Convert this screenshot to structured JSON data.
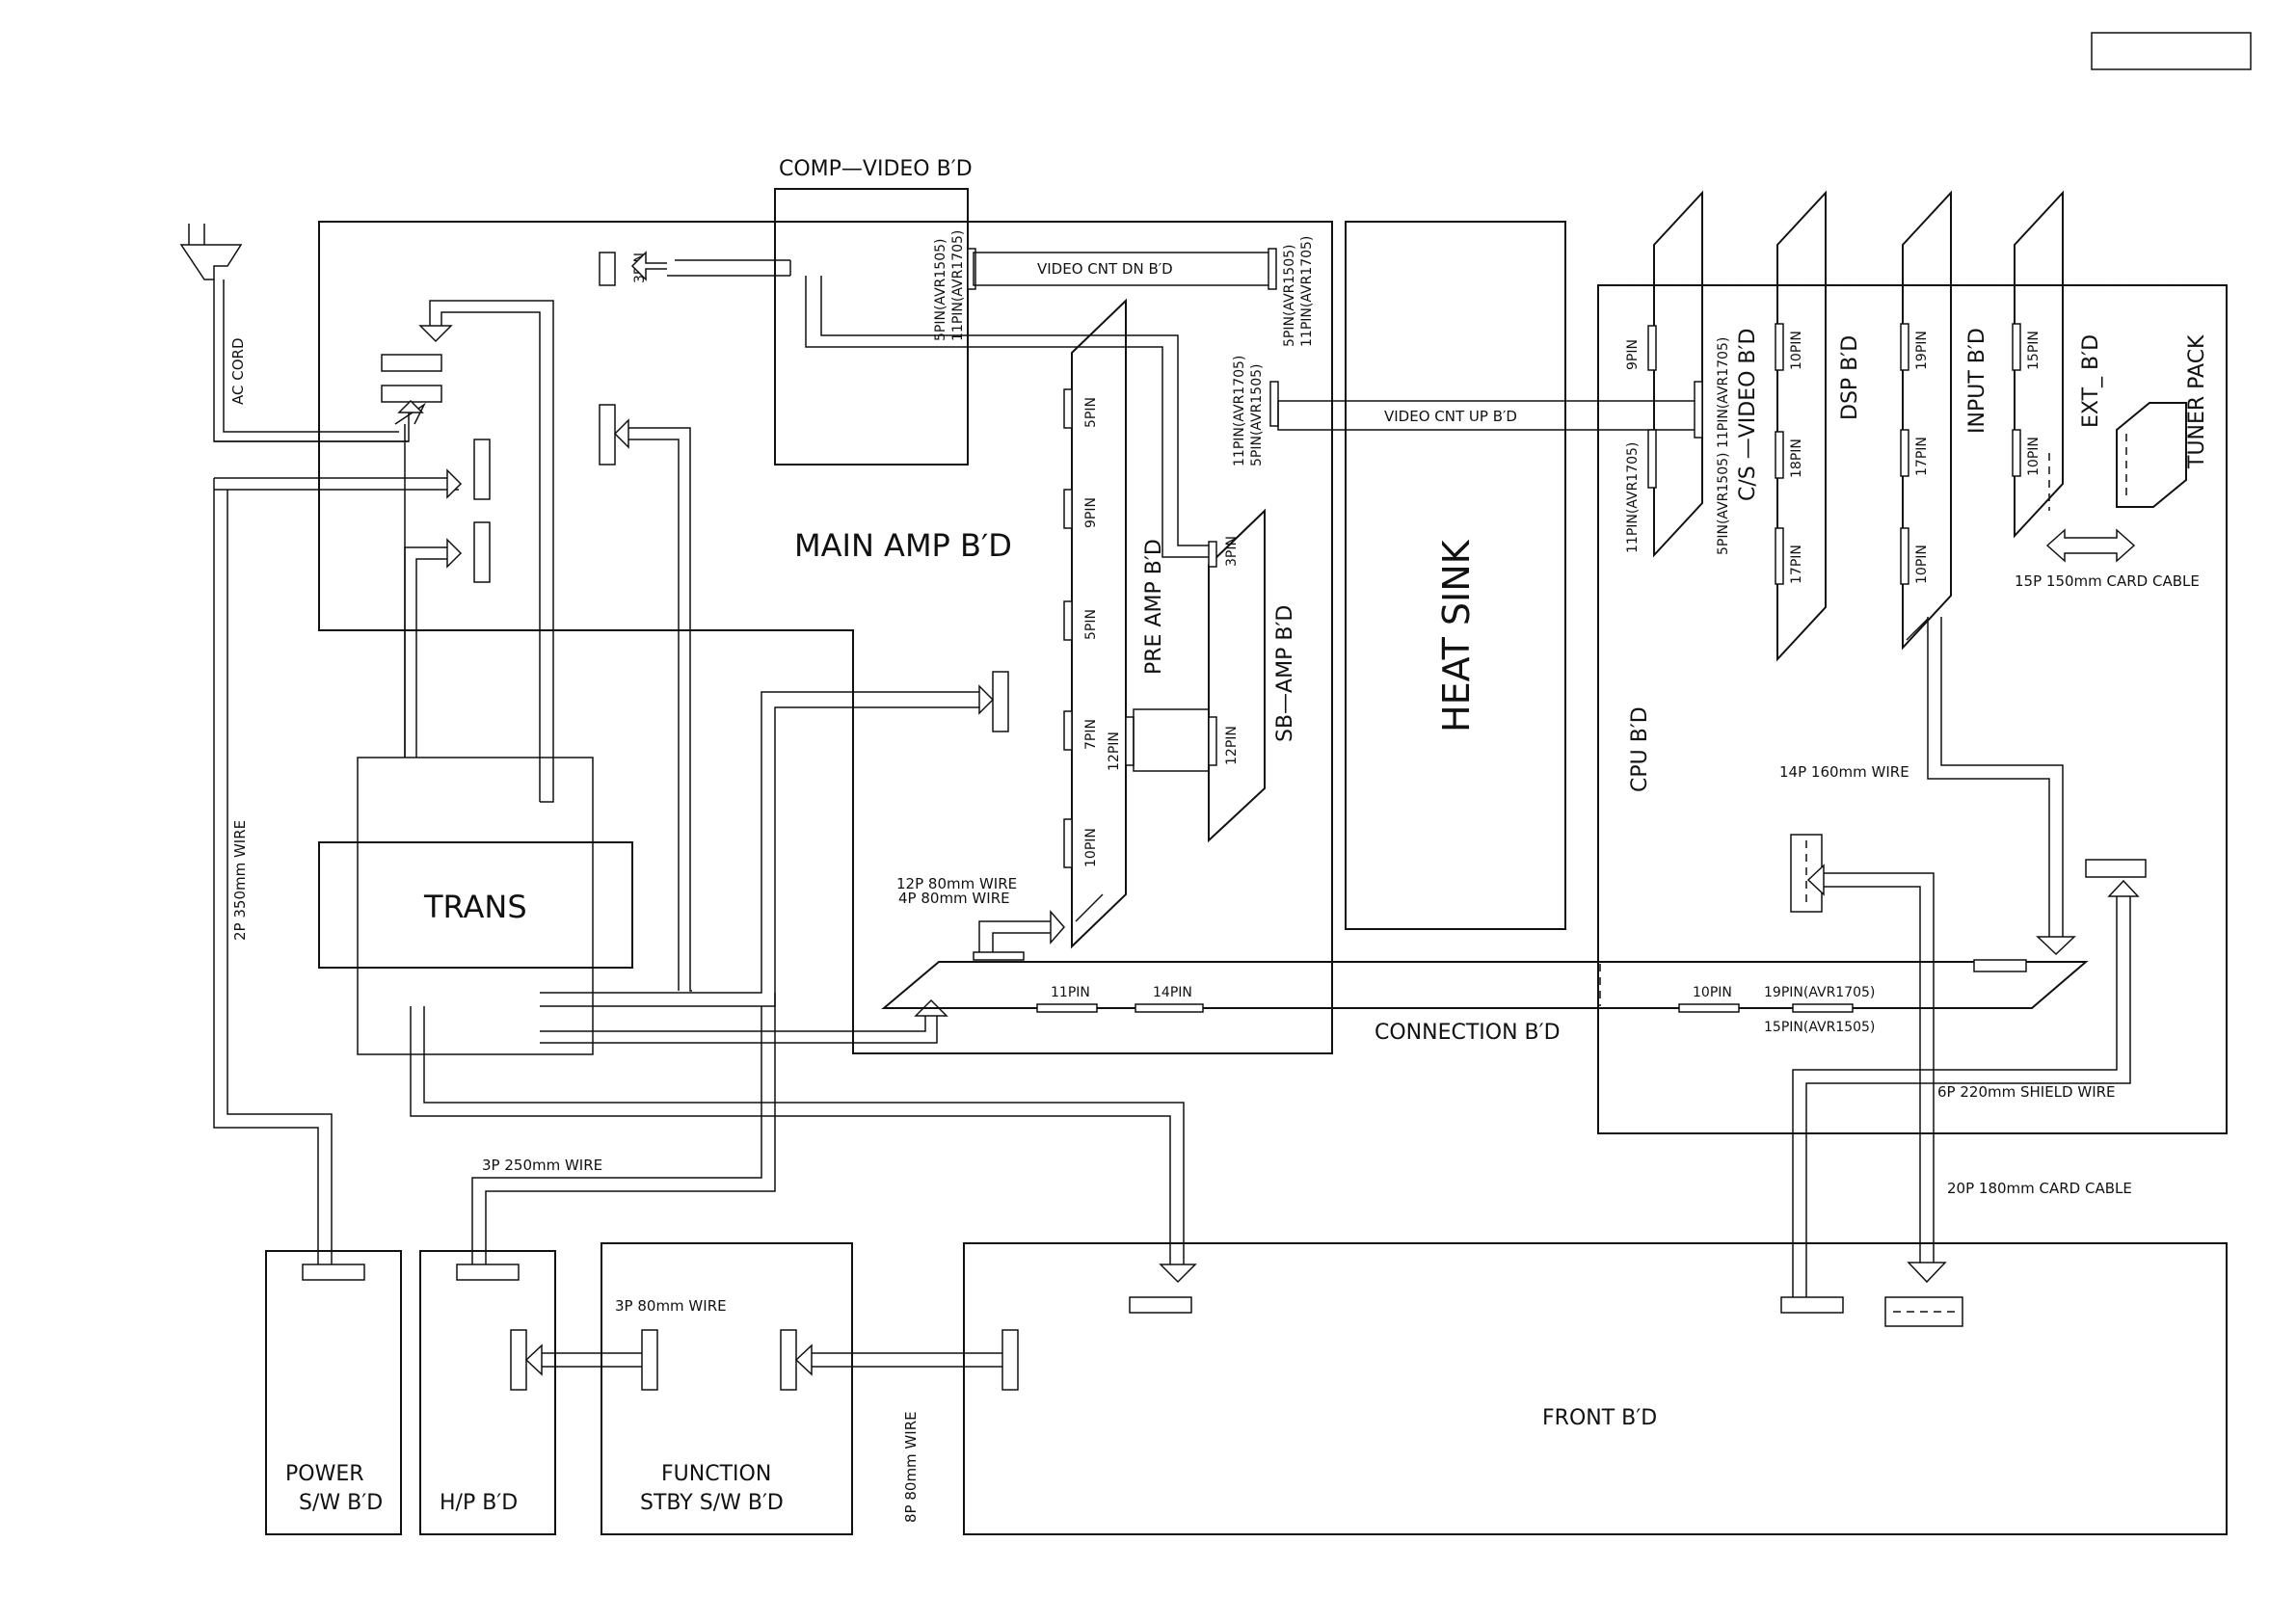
{
  "labels": {
    "comp_video": "COMP—VIDEO B′D",
    "main_amp": "MAIN AMP B′D",
    "heat_sink": "HEAT SINK",
    "trans": "TRANS",
    "pre_amp": "PRE AMP B′D",
    "sb_amp": "SB—AMP B′D",
    "cpu": "CPU B′D",
    "cs_video": "C/S —VIDEO B′D",
    "dsp": "DSP B′D",
    "input": "INPUT B′D",
    "ext": "EXT_ B′D",
    "tuner_pack": "TUNER PACK",
    "connection": "CONNECTION B′D",
    "front": "FRONT B′D",
    "power_l1": "POWER",
    "power_l2": "S/W B′D",
    "hp": "H/P B′D",
    "function_l1": "FUNCTION",
    "function_l2": "STBY S/W B′D",
    "ac_cord": "AC CORD"
  },
  "wires": {
    "video_cnt_dn": "VIDEO CNT DN B′D",
    "video_cnt_up": "VIDEO CNT UP B′D",
    "w_2p_350": "2P 350mm WIRE",
    "w_3p_250": "3P 250mm WIRE",
    "w_3p_80": "3P 80mm WIRE",
    "w_8p_80": "8P 80mm WIRE",
    "w_12p_80": "12P 80mm WIRE",
    "w_4p_80": "4P 80mm WIRE",
    "w_14p_160": "14P 160mm WIRE",
    "w_15p_150": "15P 150mm CARD CABLE",
    "w_6p_220": "6P 220mm SHIELD WIRE",
    "w_20p_180": "20P 180mm CARD CABLE"
  },
  "pins": {
    "p3pin_main": "3PIN",
    "cv_5pin": "5PIN(AVR1505)",
    "cv_11pin": "11PIN(AVR1705)",
    "vdn_5pin": "5PIN(AVR1505)",
    "vdn_11pin": "11PIN(AVR1705)",
    "vup_11pin": "11PIN(AVR1705)",
    "vup_5pin": "5PIN(AVR1505)",
    "pa_5pin_a": "5PIN",
    "pa_9pin": "9PIN",
    "pa_5pin_b": "5PIN",
    "pa_7pin": "7PIN",
    "pa_10pin": "10PIN",
    "pa_12pin": "12PIN",
    "sb_3pin": "3PIN",
    "sb_12pin": "12PIN",
    "cpu_9pin": "9PIN",
    "cpu_11pin": "11PIN(AVR1705)",
    "cs_5pin": "5PIN(AVR1505) 11PIN(AVR1705)",
    "dsp_10pin": "10PIN",
    "dsp_18pin": "18PIN",
    "dsp_17pin": "17PIN",
    "in_19pin": "19PIN",
    "in_17pin": "17PIN",
    "in_10pin": "10PIN",
    "ext_15pin": "15PIN",
    "ext_10pin": "10PIN",
    "con_11pin": "11PIN",
    "con_14pin": "14PIN",
    "con_10pin": "10PIN",
    "con_19pin": "19PIN(AVR1705)",
    "con_15pin": "15PIN(AVR1505)"
  }
}
